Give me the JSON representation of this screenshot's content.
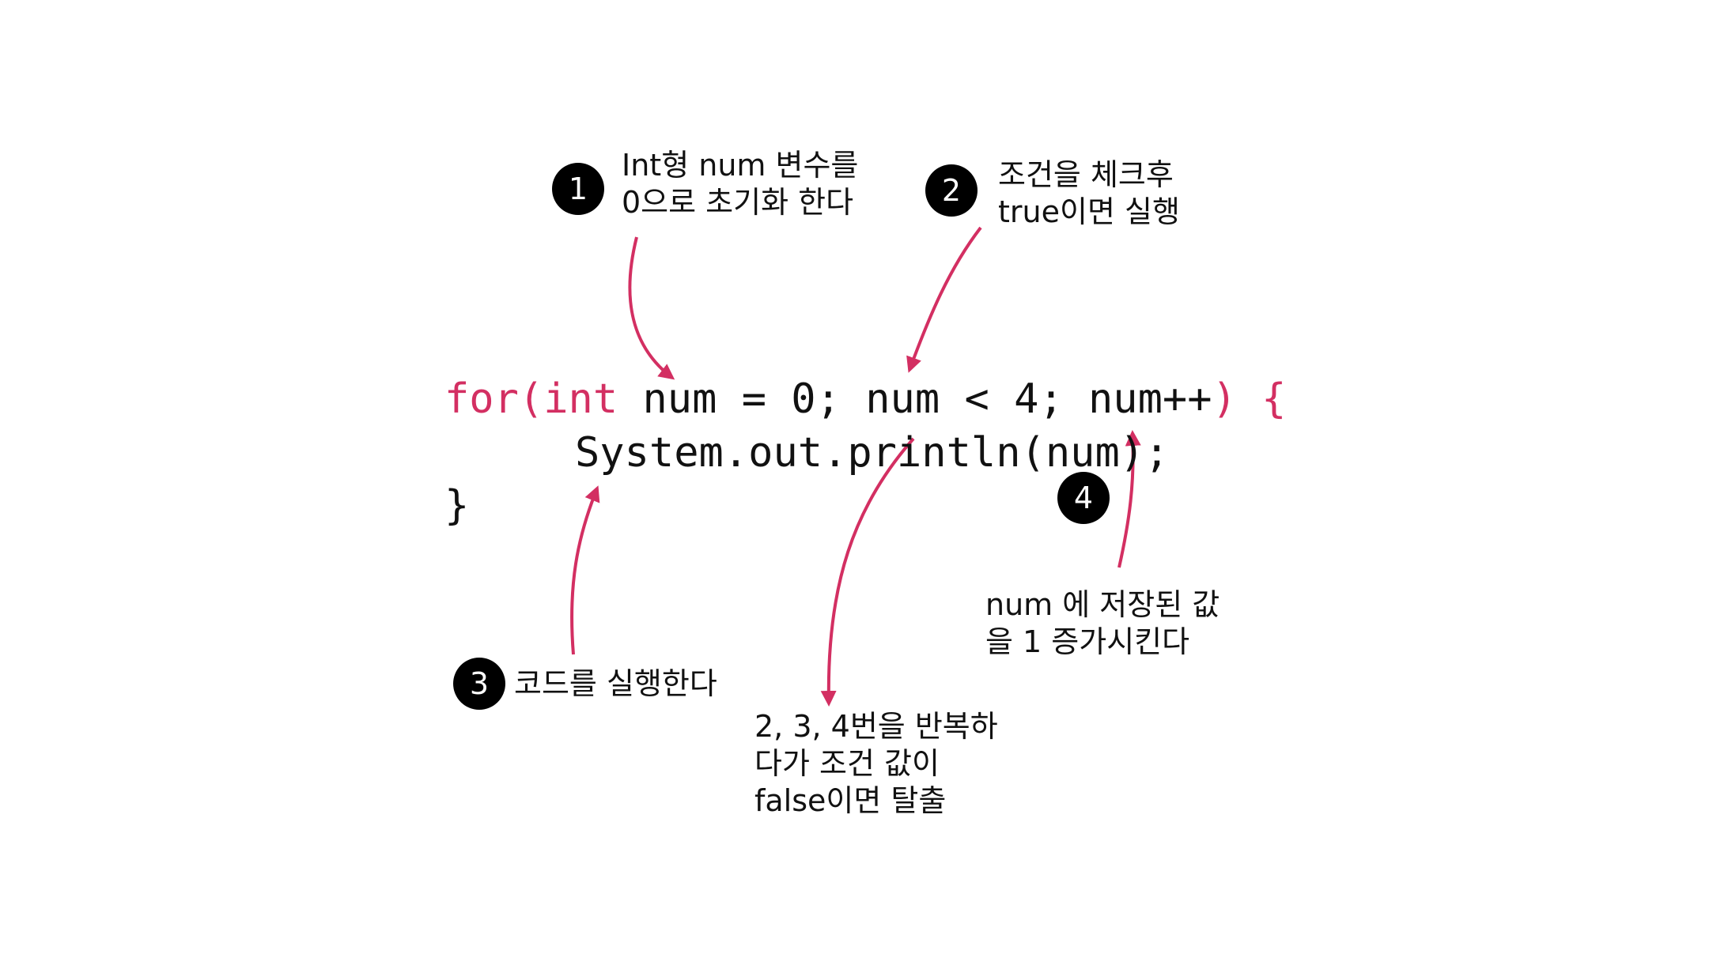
{
  "colors": {
    "accent": "#d32f62",
    "text": "#111111",
    "badge_bg": "#000000",
    "badge_fg": "#ffffff",
    "background": "#ffffff"
  },
  "code": {
    "line1": {
      "keyword": "for(int",
      "body": " num = 0; num < 4; num++",
      "close_paren": ")",
      "open_brace": " {"
    },
    "line2": "System.out.println(num);",
    "line3": "}"
  },
  "steps": [
    {
      "number": "1",
      "lines": [
        "Int형 num 변수를",
        "0으로 초기화 한다"
      ]
    },
    {
      "number": "2",
      "lines": [
        "조건을 체크후",
        "true이면 실행"
      ]
    },
    {
      "number": "3",
      "lines": [
        "코드를 실행한다"
      ]
    },
    {
      "number": "4",
      "lines": [
        "num 에 저장된 값",
        "을 1 증가시킨다"
      ]
    }
  ],
  "loop_note": {
    "lines": [
      "2, 3, 4번을 반복하",
      "다가 조건 값이",
      "false이면 탈출"
    ]
  }
}
